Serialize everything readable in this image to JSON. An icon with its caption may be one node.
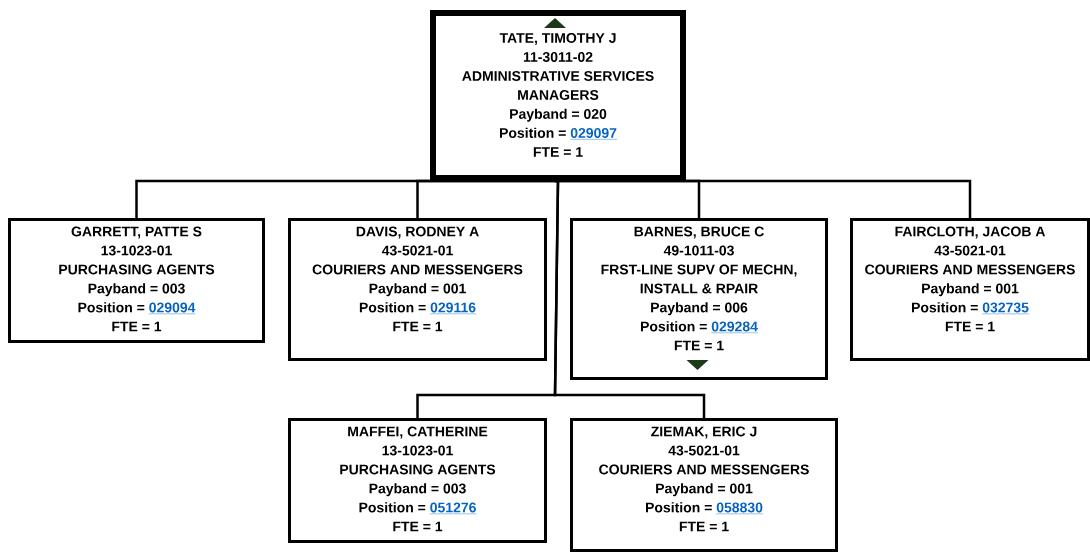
{
  "diagram": {
    "nodes": [
      {
        "text": [
          "TATE, TIMOTHY J",
          "11-3011-02",
          "ADMINISTRATIVE SERVICES MANAGERS",
          "Payband = 020",
          "Position =",
          "029097",
          "FTE = 1"
        ]
      },
      {
        "text": [
          "GARRETT, PATTE S",
          "13-1023-01",
          "PURCHASING AGENTS",
          "Payband = 003",
          "Position =",
          "029094",
          "FTE = 1"
        ]
      },
      {
        "text": [
          "DAVIS, RODNEY A",
          "43-5021-01",
          "COURIERS AND MESSENGERS",
          "Payband = 001",
          "Position =",
          "029116",
          "FTE = 1"
        ]
      },
      {
        "text": [
          "BARNES, BRUCE C",
          "49-1011-03",
          "FRST-LINE SUPV OF MECHN, INSTALL & RPAIR",
          "Payband = 006",
          "Position =",
          "029284",
          "FTE = 1"
        ]
      },
      {
        "text": [
          "FAIRCLOTH, JACOB A",
          "43-5021-01",
          "COURIERS AND MESSENGERS",
          "Payband = 001",
          "Position =",
          "032735",
          "FTE = 1"
        ]
      },
      {
        "text": [
          "MAFFEI, CATHERINE",
          "13-1023-01",
          "PURCHASING AGENTS",
          "Payband = 003",
          "Position =",
          "051276",
          "FTE = 1"
        ]
      },
      {
        "text": [
          "ZIEMAK, ERIC J",
          "43-5021-01",
          "COURIERS AND MESSENGERS",
          "Payband = 001",
          "Position =",
          "058830",
          "FTE = 1"
        ]
      }
    ],
    "edges": [
      {
        "from": 0,
        "to": 1,
        "arrow": "none"
      },
      {
        "from": 0,
        "to": 2,
        "arrow": "none"
      },
      {
        "from": 0,
        "to": 3,
        "arrow": "none"
      },
      {
        "from": 0,
        "to": 4,
        "arrow": "none"
      },
      {
        "from": 0,
        "to": 5,
        "arrow": "none"
      },
      {
        "from": 0,
        "to": 6,
        "arrow": "none"
      }
    ]
  }
}
